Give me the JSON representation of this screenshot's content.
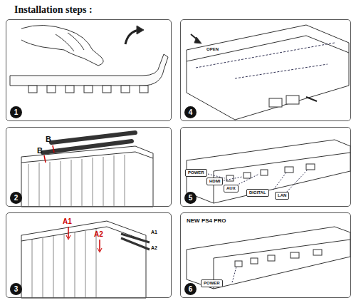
{
  "diagram": {
    "title": "Installation steps :",
    "nodes": [
      {
        "text": [
          "1"
        ]
      },
      {
        "text": [
          "2"
        ]
      },
      {
        "text": [
          "3"
        ]
      },
      {
        "text": [
          "4"
        ]
      },
      {
        "text": [
          "5"
        ]
      },
      {
        "text": [
          "NEW PS4 PRO",
          "6"
        ]
      },
      {
        "text": [
          "POWER"
        ],
        "in": 4
      },
      {
        "text": [
          "HDMI"
        ],
        "in": 4
      },
      {
        "text": [
          "AUX"
        ],
        "in": 4
      },
      {
        "text": [
          "DIGITAL"
        ],
        "in": 4
      },
      {
        "text": [
          "LAN"
        ],
        "in": 4
      },
      {
        "text": [
          "POWER"
        ],
        "in": 5
      }
    ],
    "labels": [
      "B",
      "B",
      "A1",
      "A2",
      "A1",
      "A2",
      "OPEN"
    ]
  }
}
